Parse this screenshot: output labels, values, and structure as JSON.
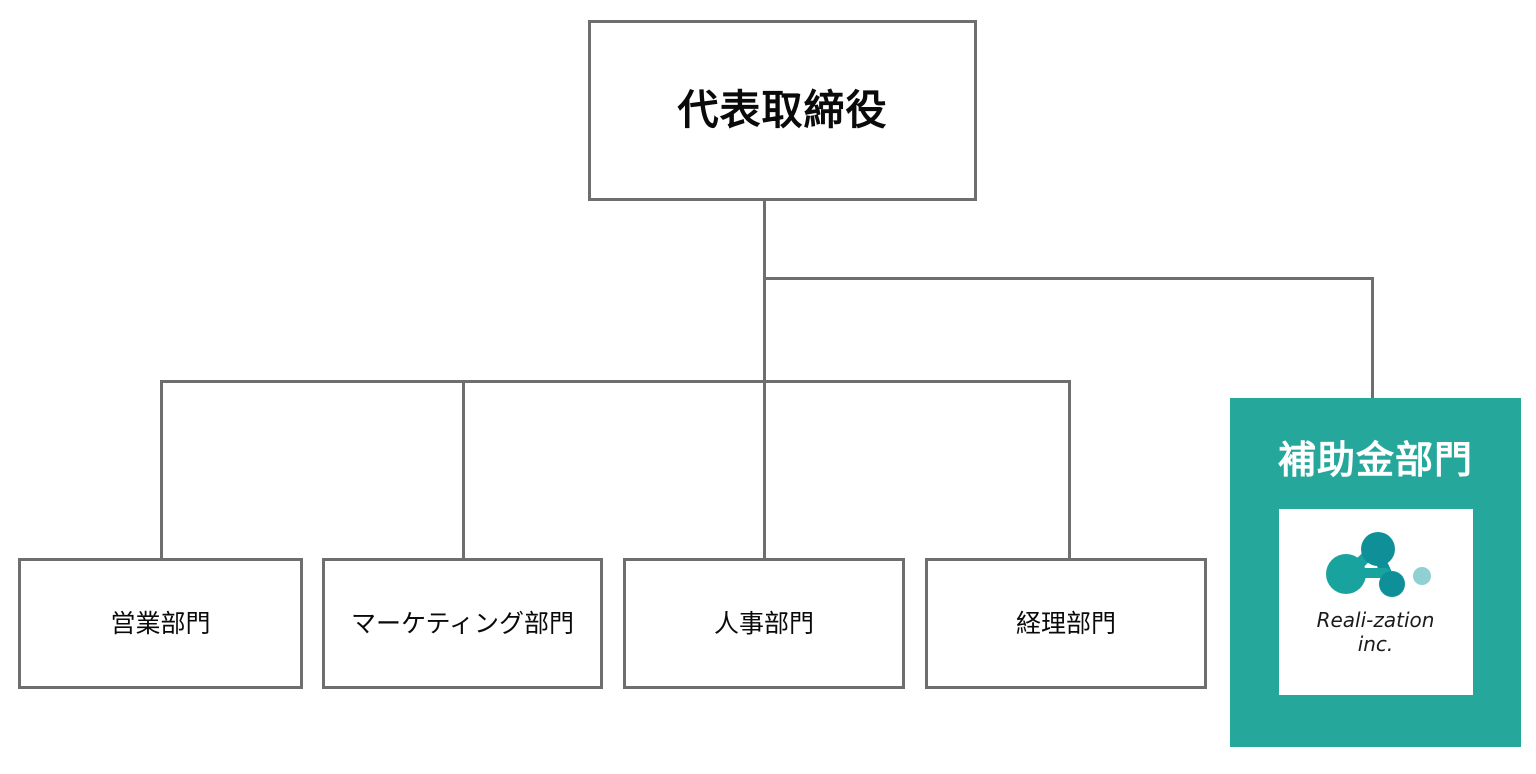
{
  "chart_title": "",
  "colors": {
    "accent_teal": "#26a79b",
    "logo_teal_dark": "#0f9099",
    "logo_teal_mid": "#18a39e",
    "logo_teal_light": "#8fd0d2",
    "box_border": "#6e6e6e",
    "connector": "#6e6e6e",
    "text_dark": "#0a0a0a",
    "text_on_accent": "#ffffff",
    "background": "#ffffff"
  },
  "org_chart": {
    "type": "org-hierarchy",
    "root": {
      "id": "root",
      "label": "代表取締役",
      "style": "outlined"
    },
    "children": [
      {
        "id": "sales",
        "label": "営業部門",
        "style": "outlined"
      },
      {
        "id": "marketing",
        "label": "マーケティング部門",
        "style": "outlined"
      },
      {
        "id": "hr",
        "label": "人事部門",
        "style": "outlined"
      },
      {
        "id": "accounting",
        "label": "経理部門",
        "style": "outlined"
      },
      {
        "id": "subsidy",
        "label": "補助金部門",
        "style": "highlighted",
        "logo": {
          "mark": "molecule-nodes-logo",
          "wordmark_line1": "Reali-zation",
          "wordmark_line2": "inc."
        }
      }
    ]
  }
}
